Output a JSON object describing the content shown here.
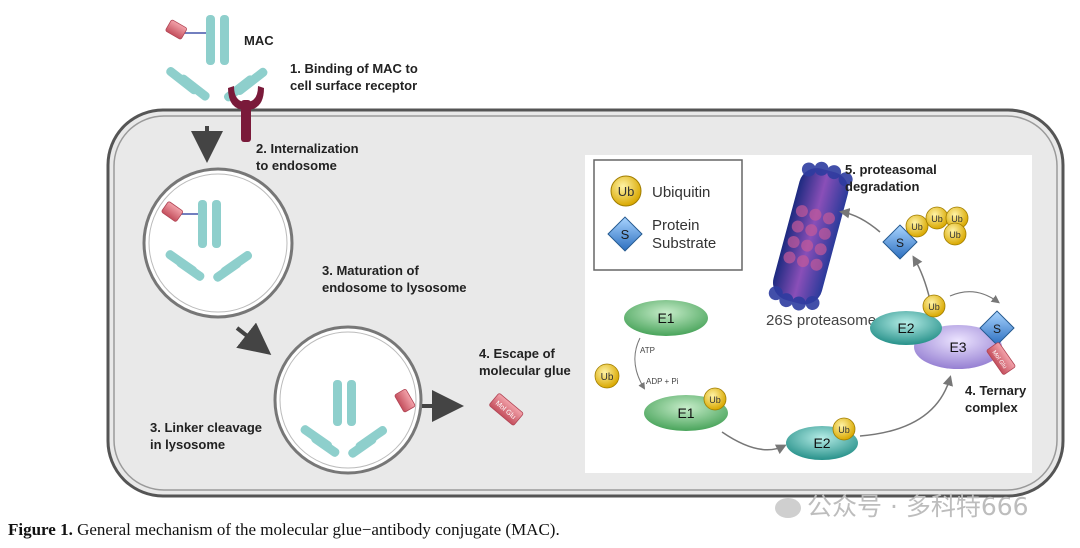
{
  "labels": {
    "mac": "MAC",
    "step1_line1": "1. Binding of MAC to",
    "step1_line2": "cell surface receptor",
    "step2_line1": "2. Internalization",
    "step2_line2": "to endosome",
    "step3a_line1": "3. Maturation of",
    "step3a_line2": "endosome to lysosome",
    "step3b_line1": "3. Linker cleavage",
    "step3b_line2": "in lysosome",
    "step4_line1": "4. Escape of",
    "step4_line2": "molecular glue",
    "mol_glue": "Mol Glu"
  },
  "legend": {
    "ub_symbol": "Ub",
    "ub_label": "Ubiquitin",
    "s_symbol": "S",
    "s_label_line1": "Protein",
    "s_label_line2": "Substrate"
  },
  "ups": {
    "proteasome_label": "26S proteasome",
    "step5_line1": "5. proteasomal",
    "step5_line2": "degradation",
    "e1": "E1",
    "e2": "E2",
    "e3": "E3",
    "atp": "ATP",
    "adp": "ADP + Pi",
    "ternary_line1": "4. Ternary",
    "ternary_line2": "complex"
  },
  "caption": {
    "figure_label": "Figure 1.",
    "text": " General mechanism of the molecular glue−antibody conjugate (MAC)."
  },
  "watermark": "公众号 · 多科特666",
  "colors": {
    "antibody": "#8ecfcc",
    "receptor": "#7a1a3a",
    "glue": "#e4737e",
    "ub": "#f0c418",
    "substrate": "#4a90d9",
    "e1": "#5fbf6f",
    "e2": "#2fa7a0",
    "e3": "#b7a3e0",
    "cell": "#e9e9e9"
  }
}
